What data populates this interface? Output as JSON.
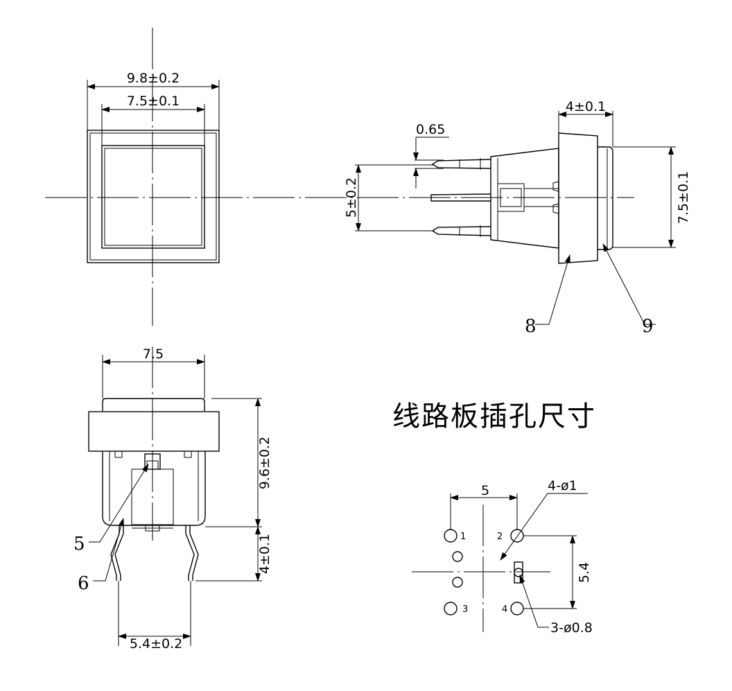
{
  "title": "线路板插孔尺寸",
  "top_view": {
    "dim_outer_width": "9.8±0.2",
    "dim_inner_width": "7.5±0.1"
  },
  "side_view": {
    "dim_cap_length": "4±0.1",
    "dim_pin_thickness": "0.65",
    "dim_pin_spacing": "5±0.2",
    "dim_cap_height": "7.5±0.1",
    "callout_body": "8",
    "callout_cap": "9"
  },
  "front_view": {
    "dim_cap_width": "7.5",
    "dim_body_height": "9.6±0.2",
    "dim_pin_length": "4±0.1",
    "dim_pin_span": "5.4±0.2",
    "callout_led": "5",
    "callout_housing": "6"
  },
  "pcb_layout": {
    "dim_hole_spacing_x": "5",
    "dim_hole_spacing_y": "5.4",
    "holes_large": "4-ø1",
    "holes_small": "3-ø0.8",
    "pin_labels": [
      "1",
      "2",
      "3",
      "4"
    ]
  }
}
